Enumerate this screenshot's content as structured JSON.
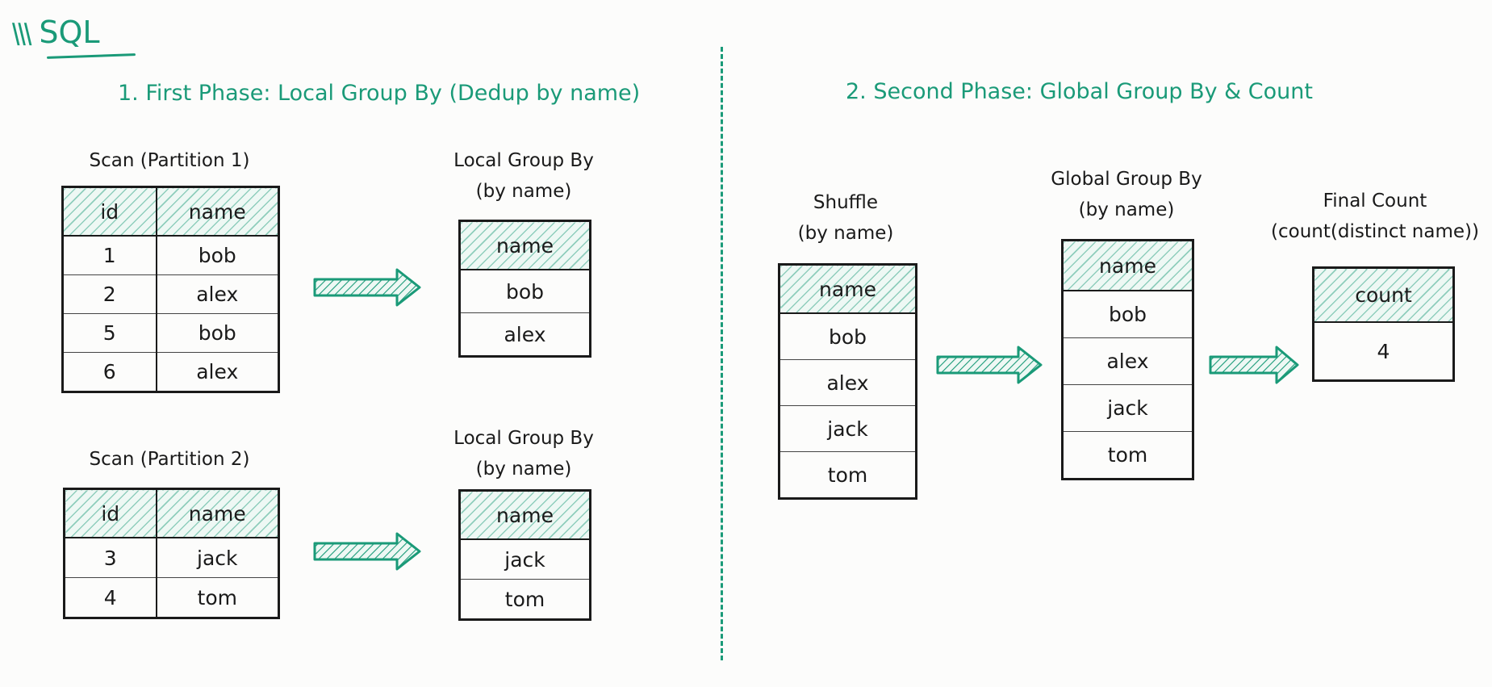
{
  "header": {
    "logo_mark": "\\\\\\",
    "logo_text": "SQL"
  },
  "phase1": {
    "title": "1. First Phase: Local Group By (Dedup by name)"
  },
  "phase2": {
    "title": "2. Second Phase: Global Group By & Count"
  },
  "tables": {
    "scan1": {
      "caption": "Scan (Partition 1)",
      "columns": [
        "id",
        "name"
      ],
      "rows": [
        [
          "1",
          "bob"
        ],
        [
          "2",
          "alex"
        ],
        [
          "5",
          "bob"
        ],
        [
          "6",
          "alex"
        ]
      ]
    },
    "scan2": {
      "caption": "Scan (Partition 2)",
      "columns": [
        "id",
        "name"
      ],
      "rows": [
        [
          "3",
          "jack"
        ],
        [
          "4",
          "tom"
        ]
      ]
    },
    "local1": {
      "caption_line1": "Local Group By",
      "caption_line2": "(by name)",
      "columns": [
        "name"
      ],
      "rows": [
        [
          "bob"
        ],
        [
          "alex"
        ]
      ]
    },
    "local2": {
      "caption_line1": "Local Group By",
      "caption_line2": "(by name)",
      "columns": [
        "name"
      ],
      "rows": [
        [
          "jack"
        ],
        [
          "tom"
        ]
      ]
    },
    "shuffle": {
      "caption_line1": "Shuffle",
      "caption_line2": "(by name)",
      "columns": [
        "name"
      ],
      "rows": [
        [
          "bob"
        ],
        [
          "alex"
        ],
        [
          "jack"
        ],
        [
          "tom"
        ]
      ]
    },
    "global": {
      "caption_line1": "Global Group By",
      "caption_line2": "(by name)",
      "columns": [
        "name"
      ],
      "rows": [
        [
          "bob"
        ],
        [
          "alex"
        ],
        [
          "jack"
        ],
        [
          "tom"
        ]
      ]
    },
    "final": {
      "caption_line1": "Final Count",
      "caption_line2": "(count(distinct name))",
      "columns": [
        "count"
      ],
      "rows": [
        [
          "4"
        ]
      ]
    }
  },
  "colors": {
    "accent": "#1a9a78",
    "hatch_fill": "#eef8f4",
    "ink": "#1a1a1a"
  }
}
